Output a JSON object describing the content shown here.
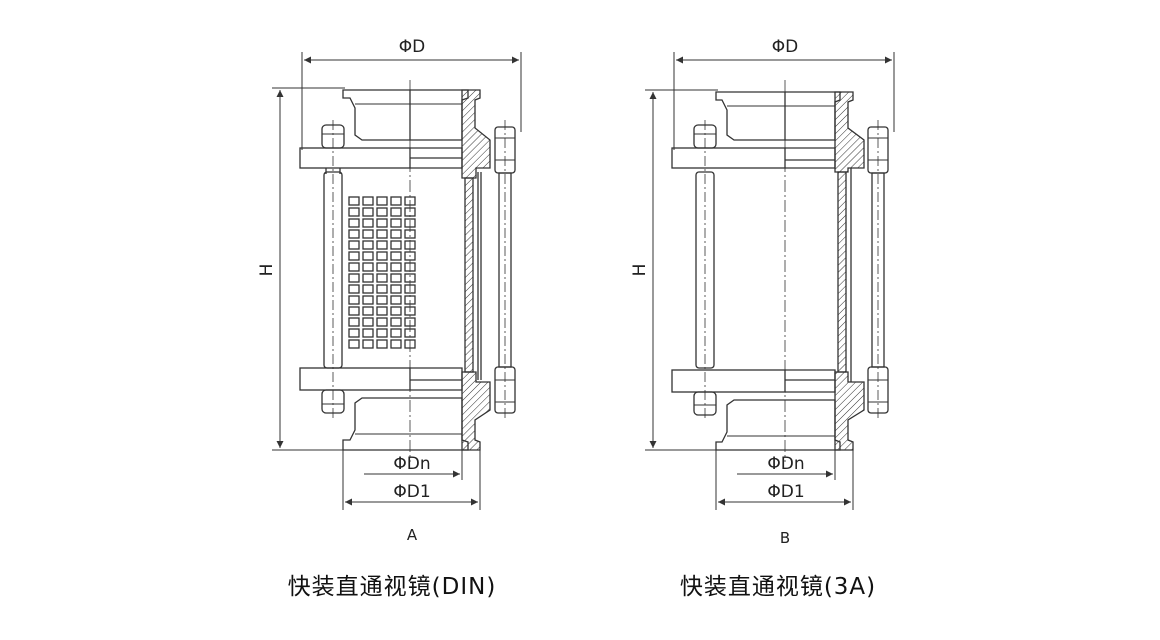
{
  "figures": [
    {
      "id": "A",
      "sublabel": "A",
      "caption": "快装直通视镜(DIN)",
      "dimensions": {
        "outer_diameter": "ΦD",
        "height": "H",
        "nominal_diameter": "ΦDn",
        "flange_diameter": "ΦD1"
      }
    },
    {
      "id": "B",
      "sublabel": "B",
      "caption": "快装直通视镜(3A)",
      "dimensions": {
        "outer_diameter": "ΦD",
        "height": "H",
        "nominal_diameter": "ΦDn",
        "flange_diameter": "ΦD1"
      }
    }
  ]
}
